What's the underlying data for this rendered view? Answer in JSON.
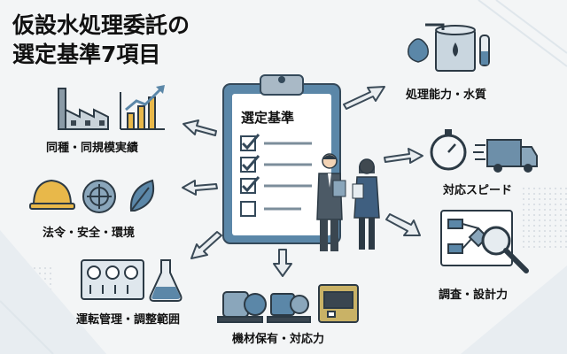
{
  "title": [
    "仮設水処理委託の",
    "選定基準7項目"
  ],
  "clipboard": {
    "heading": "選定基準"
  },
  "items": [
    {
      "label": "処理能力・水質",
      "icon": "water-treatment-tank-icon"
    },
    {
      "label": "対応スピード",
      "icon": "stopwatch-truck-icon"
    },
    {
      "label": "調査・設計力",
      "icon": "flowchart-magnifier-icon"
    },
    {
      "label": "機材保有・対応力",
      "icon": "pump-equipment-icon"
    },
    {
      "label": "運転管理・調整範囲",
      "icon": "control-panel-flask-icon"
    },
    {
      "label": "法令・安全・環境",
      "icon": "helmet-manhole-leaf-icon"
    },
    {
      "label": "同種・同規模実績",
      "icon": "factory-growth-chart-icon"
    }
  ],
  "colors": {
    "accent": "#5b87a8",
    "dark": "#3a4a57",
    "bg": "#f3f5f6"
  }
}
